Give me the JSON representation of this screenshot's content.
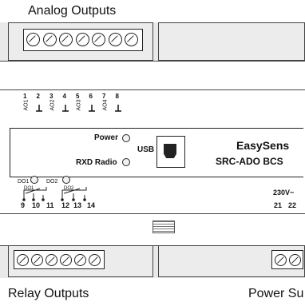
{
  "captions": {
    "top": "Analog Outputs",
    "bottom_left": "Relay Outputs",
    "bottom_right": "Power Su"
  },
  "top_terminal_count": 7,
  "bottom_left_terminal_count": 6,
  "bottom_right_terminal_count": 2,
  "ao_pins": [
    {
      "num": "1",
      "sub": "AO1"
    },
    {
      "num": "2",
      "sub": "ground"
    },
    {
      "num": "3",
      "sub": "AO2"
    },
    {
      "num": "4",
      "sub": "ground"
    },
    {
      "num": "5",
      "sub": "AO3"
    },
    {
      "num": "6",
      "sub": "ground"
    },
    {
      "num": "7",
      "sub": "AO4"
    },
    {
      "num": "8",
      "sub": "ground"
    }
  ],
  "front": {
    "power_label": "Power",
    "rxd_label": "RXD Radio",
    "usb_label": "USB",
    "brand": "EasySens",
    "model": "SRC-ADO BCS",
    "do1": "DO1",
    "do2": "DO2",
    "voltage": "230V~"
  },
  "bottom_pins": {
    "relay": [
      "9",
      "10",
      "11",
      "12",
      "13",
      "14"
    ],
    "power": [
      "21",
      "22"
    ]
  }
}
